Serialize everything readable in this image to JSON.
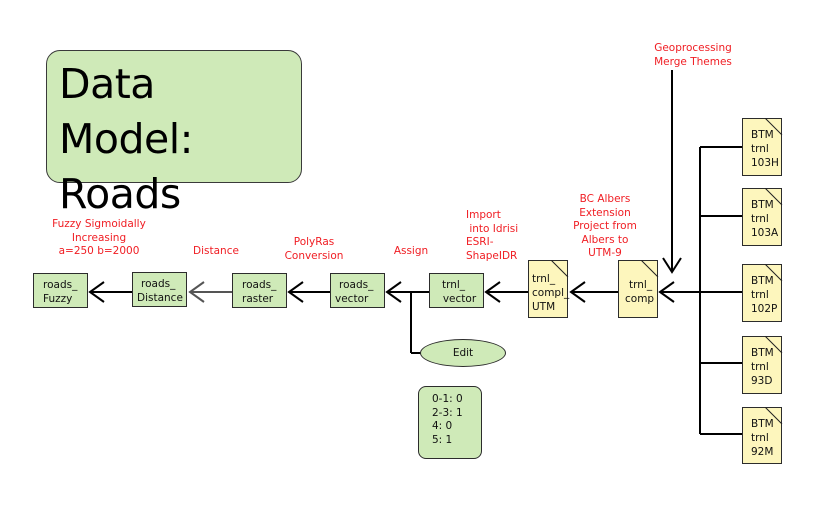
{
  "title": {
    "line1": "Data Model:",
    "line2": "Roads"
  },
  "colors": {
    "process_fill": "#cfeab8",
    "document_fill": "#fdf6bd",
    "label_red": "#f01d23",
    "line": "#000000"
  },
  "nodes": {
    "roads_fuzzy": {
      "line1": "roads_",
      "line2": "Fuzzy"
    },
    "roads_distance": {
      "line1": "roads_",
      "line2": "Distance"
    },
    "roads_raster": {
      "line1": "roads_",
      "line2": "raster"
    },
    "roads_vector": {
      "line1": "roads_",
      "line2": "vector"
    },
    "trnl_vector": {
      "line1": "trnl_",
      "line2": "vector"
    },
    "trnl_compl_utm": {
      "line1": "trnl_",
      "line2": "compl_",
      "line3": "UTM"
    },
    "trnl_comp": {
      "line1": "trnl_",
      "line2": "comp"
    }
  },
  "source_documents": [
    {
      "line1": "BTM",
      "line2": "trnl",
      "line3": "103H"
    },
    {
      "line1": "BTM",
      "line2": "trnl",
      "line3": "103A"
    },
    {
      "line1": "BTM",
      "line2": "trnl",
      "line3": "102P"
    },
    {
      "line1": "BTM",
      "line2": "trnl",
      "line3": "93D"
    },
    {
      "line1": "BTM",
      "line2": "trnl",
      "line3": "92M"
    }
  ],
  "process_labels": {
    "fuzzy": [
      "Fuzzy Sigmoidally",
      "Increasing",
      "a=250  b=2000"
    ],
    "distance": [
      "Distance"
    ],
    "polyras": [
      "PolyRas",
      "Conversion"
    ],
    "assign": [
      "Assign"
    ],
    "import": [
      "Import",
      " into Idrisi",
      "ESRI-",
      "ShapeIDR"
    ],
    "project": [
      "BC Albers",
      "Extension",
      "Project from",
      "Albers to",
      "UTM-9"
    ],
    "geoprocessing": [
      "Geoprocessing",
      "Merge Themes"
    ]
  },
  "edit": {
    "label": "Edit"
  },
  "lookup_table": [
    "0-1: 0",
    "2-3: 1",
    "4: 0",
    "5: 1"
  ]
}
